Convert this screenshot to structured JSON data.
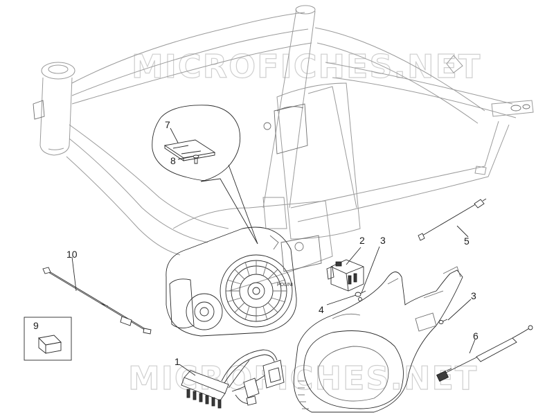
{
  "watermark": {
    "top": "MICROFICHES.NET",
    "bottom": "MICROFICHES.NET"
  },
  "callouts": {
    "c1": "1",
    "c2": "2",
    "c3a": "3",
    "c3b": "3",
    "c4": "4",
    "c5": "5",
    "c6": "6",
    "c7": "7",
    "c8": "8",
    "c9": "9",
    "c10": "10"
  },
  "motor_label": "POLINI"
}
